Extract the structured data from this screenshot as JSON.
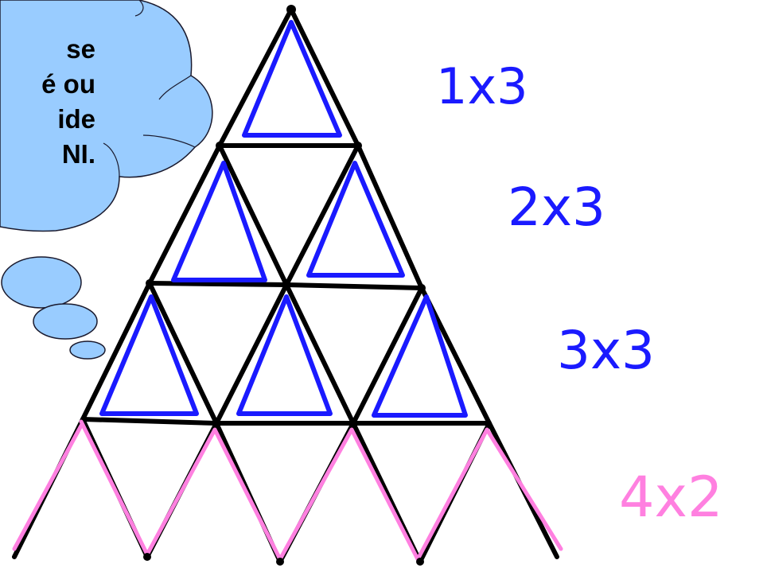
{
  "thought_bubble": {
    "lines": [
      "se",
      "é ou",
      "ide",
      "NI."
    ]
  },
  "row_labels": [
    {
      "text": "1x3",
      "color": "#1a1aff"
    },
    {
      "text": "2x3",
      "color": "#1a1aff"
    },
    {
      "text": "3x3",
      "color": "#1a1aff"
    },
    {
      "text": "4x2",
      "color": "#ff80e0"
    }
  ],
  "colors": {
    "matchstick": "#000000",
    "blue_triangles": "#1a1aff",
    "pink_zigzag": "#ff80e0",
    "cloud_fill": "#99ccff",
    "cloud_stroke": "#1a1a2e"
  }
}
